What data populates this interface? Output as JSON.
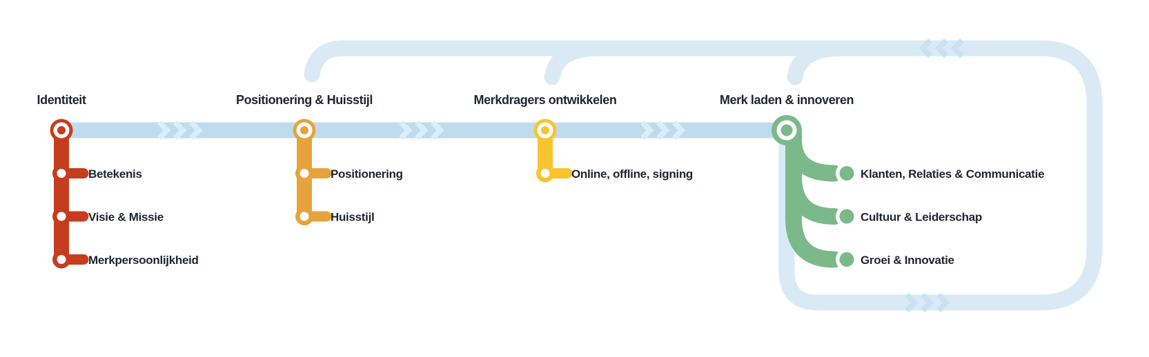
{
  "diagram": {
    "kind": "metro-style brand roadmap with feedback loop"
  },
  "palette": {
    "background": "#FFFFFF",
    "text": "#1C2532",
    "main_line": "#BFDCEE",
    "main_line_chevron": "#DCEDF7",
    "loop_line": "#DAEAF5",
    "loop_chevron": "#C7E3F3",
    "marker_ring": "#FFFFFF"
  },
  "icons": {
    "flow_chevron": "chevron-right",
    "loop_return_chevron": "chevron-left",
    "station_marker": "ring-dot",
    "stop_marker": "donut"
  },
  "stages": [
    {
      "label": "Identiteit",
      "color": "#C53D1E",
      "stops": [
        "Betekenis",
        "Visie & Missie",
        "Merkpersoonlijkheid"
      ]
    },
    {
      "label": "Positionering & Huisstijl",
      "color": "#E6A33C",
      "stops": [
        "Positionering",
        "Huisstijl"
      ]
    },
    {
      "label": "Merkdragers ontwikkelen",
      "color": "#F9C42F",
      "stops": [
        "Online, offline, signing"
      ]
    },
    {
      "label": "Merk laden & innoveren",
      "color": "#7CB98A",
      "stops": [
        "Klanten, Relaties & Communicatie",
        "Cultuur & Leiderschap",
        "Groei & Innovatie"
      ]
    }
  ]
}
